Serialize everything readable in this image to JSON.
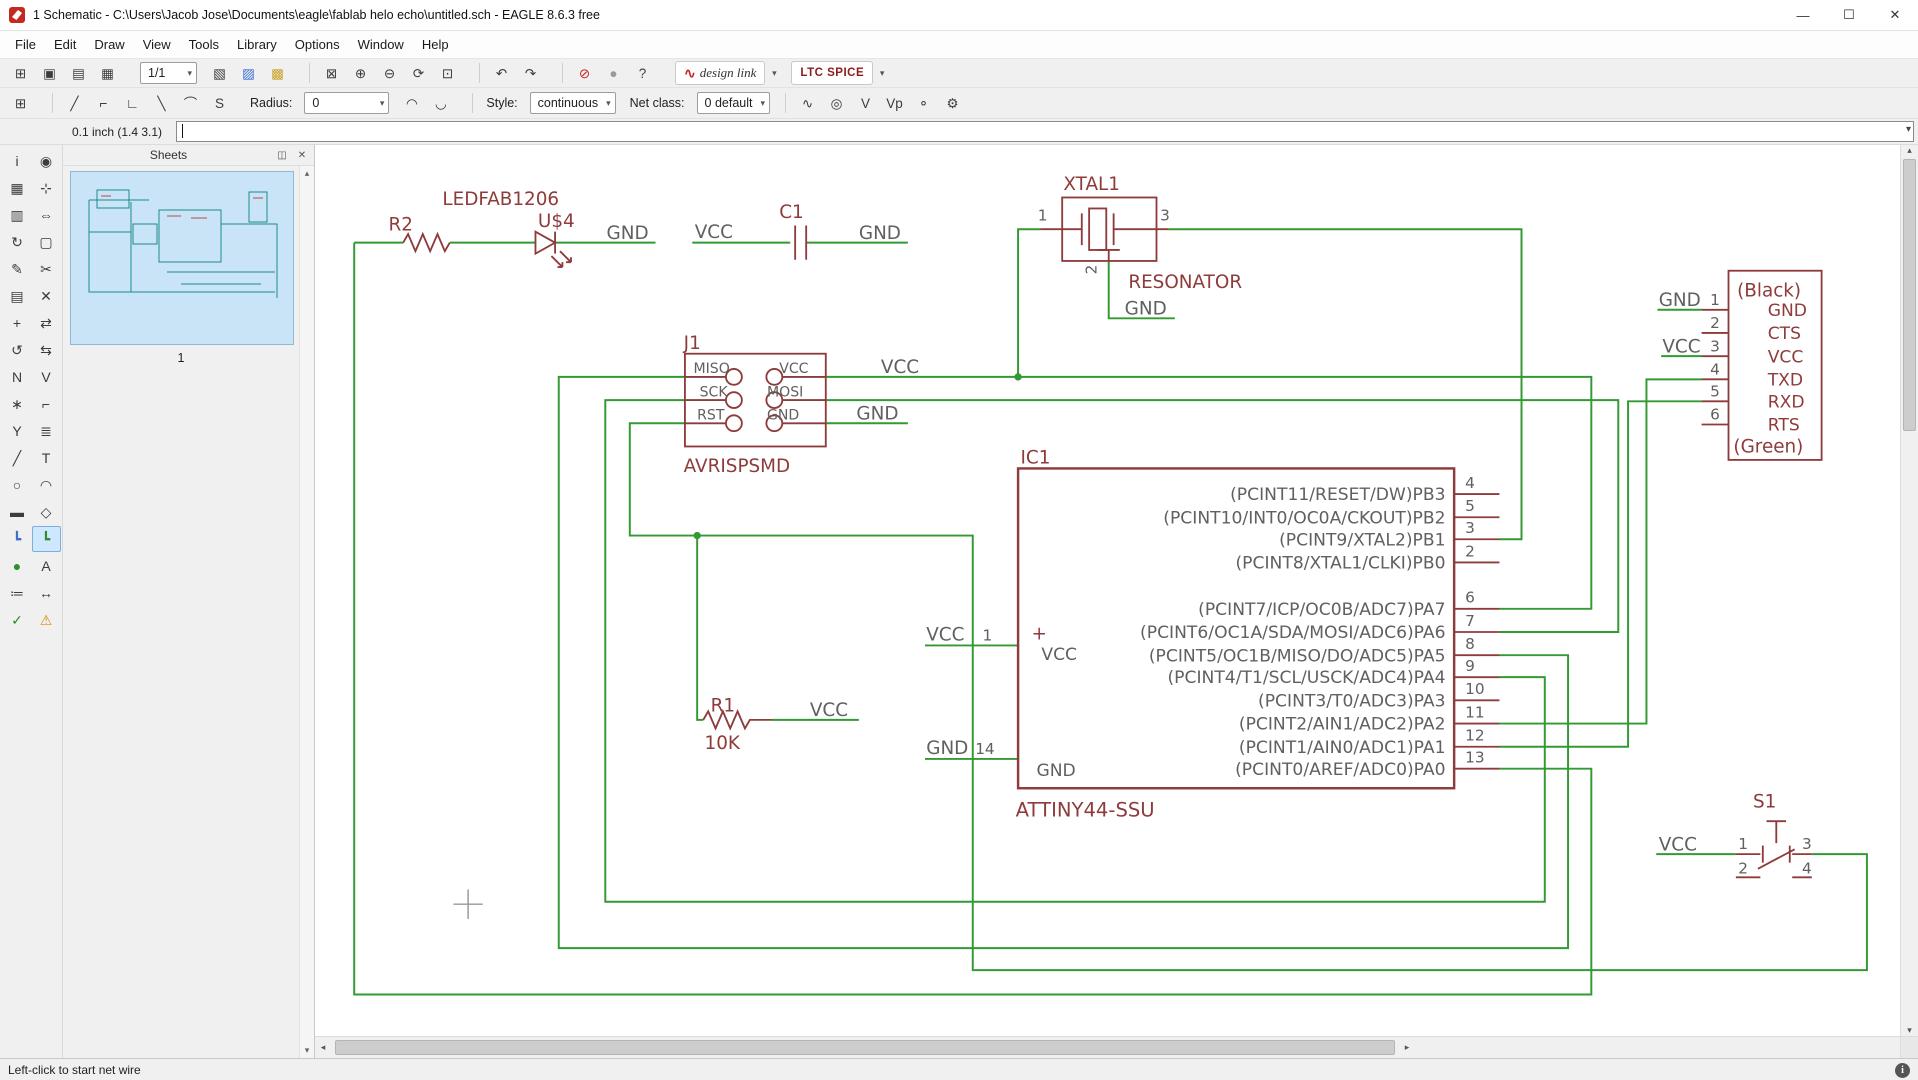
{
  "window": {
    "title": "1 Schematic - C:\\Users\\Jacob Jose\\Documents\\eagle\\fablab helo echo\\untitled.sch - EAGLE 8.6.3 free",
    "minimize_glyph": "—",
    "maximize_glyph": "☐",
    "close_glyph": "✕"
  },
  "menubar": {
    "items": [
      "File",
      "Edit",
      "Draw",
      "View",
      "Tools",
      "Library",
      "Options",
      "Window",
      "Help"
    ]
  },
  "toolbar_top": {
    "group1": [
      {
        "name": "new-open",
        "glyph": "⊞"
      },
      {
        "name": "save",
        "glyph": "▣"
      },
      {
        "name": "print",
        "glyph": "▤"
      },
      {
        "name": "board-editor",
        "glyph": "▦"
      }
    ],
    "sheet_combo": "1/1",
    "group2": [
      {
        "name": "library",
        "glyph": "▧"
      },
      {
        "name": "layer-settings",
        "glyph": "▨",
        "color": "#3b6fd4"
      },
      {
        "name": "display-options",
        "glyph": "▩",
        "color": "#c9a227"
      }
    ],
    "group3": [
      {
        "name": "zoom-fit",
        "glyph": "⊠"
      },
      {
        "name": "zoom-in",
        "glyph": "⊕"
      },
      {
        "name": "zoom-out",
        "glyph": "⊖"
      },
      {
        "name": "zoom-redraw",
        "glyph": "⟳"
      },
      {
        "name": "zoom-select",
        "glyph": "⊡"
      }
    ],
    "group4": [
      {
        "name": "undo",
        "glyph": "↶"
      },
      {
        "name": "redo",
        "glyph": "↷"
      }
    ],
    "group5": [
      {
        "name": "stop",
        "glyph": "⊘",
        "color": "#cc2222"
      },
      {
        "name": "run",
        "glyph": "●",
        "color": "#9a9a9a"
      },
      {
        "name": "help",
        "glyph": "?"
      }
    ],
    "design_link_label": "design link",
    "ltspice_label": "LTC SPICE",
    "dropdown_glyph": "▾"
  },
  "toolbar_params": {
    "grid_btn": {
      "name": "grid-settings",
      "glyph": "⊞"
    },
    "bend_buttons": [
      {
        "name": "bend-diagonal",
        "glyph": "╱"
      },
      {
        "name": "bend-corner",
        "glyph": "⌐"
      },
      {
        "name": "bend-corner-alt",
        "glyph": "∟"
      },
      {
        "name": "bend-diagonal-alt",
        "glyph": "╲"
      },
      {
        "name": "bend-arc",
        "glyph": "⌒"
      },
      {
        "name": "bend-s",
        "glyph": "S"
      }
    ],
    "radius_label": "Radius:",
    "radius_value": "0",
    "arc_buttons": [
      {
        "name": "arc-ccw",
        "glyph": "◠"
      },
      {
        "name": "arc-cw",
        "glyph": "◡"
      }
    ],
    "style_label": "Style:",
    "style_value": "continuous",
    "netclass_label": "Net class:",
    "netclass_value": "0 default",
    "right_icons": [
      {
        "name": "miter",
        "glyph": "∿"
      },
      {
        "name": "zoom-tool",
        "glyph": "◎"
      },
      {
        "name": "v-marker",
        "glyph": "V"
      },
      {
        "name": "vp-marker",
        "glyph": "Vp"
      },
      {
        "name": "probe",
        "glyph": "⚬"
      },
      {
        "name": "settings-gear",
        "glyph": "⚙"
      }
    ]
  },
  "command_bar": {
    "coords": "0.1 inch (1.4 3.1)",
    "input_value": ""
  },
  "sheets_panel": {
    "title": "Sheets",
    "sheet_label": "1",
    "pin_glyph": "◫",
    "close_glyph": "✕"
  },
  "tools": [
    {
      "name": "info",
      "glyph": "i"
    },
    {
      "name": "show",
      "glyph": "◉"
    },
    {
      "name": "display-layers",
      "glyph": "▦"
    },
    {
      "name": "move",
      "glyph": "⊹"
    },
    {
      "name": "copy",
      "glyph": "▥"
    },
    {
      "name": "mirror",
      "glyph": "⇔"
    },
    {
      "name": "rotate",
      "glyph": "↻"
    },
    {
      "name": "group",
      "glyph": "▢"
    },
    {
      "name": "change",
      "glyph": "✎"
    },
    {
      "name": "cut",
      "glyph": "✂"
    },
    {
      "name": "paste",
      "glyph": "▤"
    },
    {
      "name": "delete",
      "glyph": "✕"
    },
    {
      "name": "add-part",
      "glyph": "+"
    },
    {
      "name": "pinswap",
      "glyph": "⇄"
    },
    {
      "name": "replace",
      "glyph": "↺"
    },
    {
      "name": "gateswap",
      "glyph": "⇆"
    },
    {
      "name": "name",
      "glyph": "N"
    },
    {
      "name": "value",
      "glyph": "V"
    },
    {
      "name": "smash",
      "glyph": "∗"
    },
    {
      "name": "miter",
      "glyph": "⌐"
    },
    {
      "name": "split",
      "glyph": "Y"
    },
    {
      "name": "invoke",
      "glyph": "≣"
    },
    {
      "name": "wire",
      "glyph": "╱"
    },
    {
      "name": "text",
      "glyph": "T"
    },
    {
      "name": "circle",
      "glyph": "○"
    },
    {
      "name": "arc",
      "glyph": "◠"
    },
    {
      "name": "rect",
      "glyph": "▬"
    },
    {
      "name": "polygon",
      "glyph": "◇"
    },
    {
      "name": "bus",
      "glyph": "┗",
      "color": "#3b6fd4"
    },
    {
      "name": "net",
      "glyph": "┗",
      "color": "#2f8f2f",
      "active": true
    },
    {
      "name": "junction",
      "glyph": "●",
      "color": "#2f8f2f"
    },
    {
      "name": "label",
      "glyph": "A"
    },
    {
      "name": "attribute",
      "glyph": "≔"
    },
    {
      "name": "dimension",
      "glyph": "↔"
    },
    {
      "name": "erc",
      "glyph": "✓",
      "color": "#2e8b2e"
    },
    {
      "name": "errors",
      "glyph": "⚠",
      "color": "#d98f00"
    }
  ],
  "statusbar": {
    "message": "Left-click to start net wire"
  },
  "colors": {
    "wire": "#339933",
    "component": "#8e3b3b",
    "text_gray": "#606060",
    "selection": "#cfe8ff",
    "accent_red": "#c22a21"
  },
  "schematic": {
    "r2": {
      "name": "R2"
    },
    "led": {
      "name": "LEDFAB1206",
      "refdes": "U$4",
      "gnd": "GND"
    },
    "c1": {
      "vcc": "VCC",
      "name": "C1",
      "gnd": "GND"
    },
    "xtal": {
      "name": "XTAL1",
      "pin1": "1",
      "pin3": "3",
      "pin2": "2",
      "value": "RESONATOR",
      "gnd": "GND"
    },
    "j1": {
      "name": "J1",
      "value": "AVRISPSMD",
      "pins": [
        "MISO",
        "VCC",
        "SCK",
        "MOSI",
        "RST",
        "GND"
      ],
      "vcc": "VCC",
      "gnd": "GND"
    },
    "r1": {
      "name": "R1",
      "value": "10K",
      "vcc": "VCC"
    },
    "ic1": {
      "name": "IC1",
      "value": "ATTINY44-SSU",
      "plus": "+",
      "vcc_label": "VCC",
      "vcc_pin": "1",
      "vcc_inner": "VCC",
      "gnd_label": "GND",
      "gnd_pin": "14",
      "gnd_inner": "GND",
      "right_pins": [
        {
          "name": "(PCINT11/RESET/DW)PB3",
          "num": "4"
        },
        {
          "name": "(PCINT10/INT0/OC0A/CKOUT)PB2",
          "num": "5"
        },
        {
          "name": "(PCINT9/XTAL2)PB1",
          "num": "3"
        },
        {
          "name": "(PCINT8/XTAL1/CLKI)PB0",
          "num": "2"
        },
        {
          "name": "(PCINT7/ICP/OC0B/ADC7)PA7",
          "num": "6"
        },
        {
          "name": "(P",
          "num": "7"
        },
        {
          "name": "(PCINT5/OC1B/MISO/DO/ADC5)PA5",
          "num": "8"
        },
        {
          "name": "(PCINT4/T1/SCL/USCK/ADC4)PA4",
          "num": "9"
        },
        {
          "name": "(PCINT3/T0/ADC3)PA3",
          "num": "10"
        },
        {
          "name": "(PCINT2/AIN1/ADC2)PA2",
          "num": "11"
        },
        {
          "name": "(PCINT1/AIN0/ADC1)PA1",
          "num": "12"
        },
        {
          "name": "(PCINT0/AREF/ADC0)PA0",
          "num": "13"
        }
      ]
    },
    "ftdi": {
      "top": "(Black)",
      "bottom": "(Green)",
      "gnd": "GND",
      "vcc": "VCC",
      "rows": [
        {
          "label": "GND",
          "num": "1"
        },
        {
          "label": "CTS",
          "num": "2"
        },
        {
          "label": "VCC",
          "num": "3"
        },
        {
          "label": "TXD",
          "num": "4"
        },
        {
          "label": "RXD",
          "num": "5"
        },
        {
          "label": "RTS",
          "num": "6"
        }
      ]
    },
    "s1": {
      "name": "S1",
      "vcc": "VCC",
      "p1": "1",
      "p2": "2",
      "p3": "3",
      "p4": "4"
    }
  }
}
